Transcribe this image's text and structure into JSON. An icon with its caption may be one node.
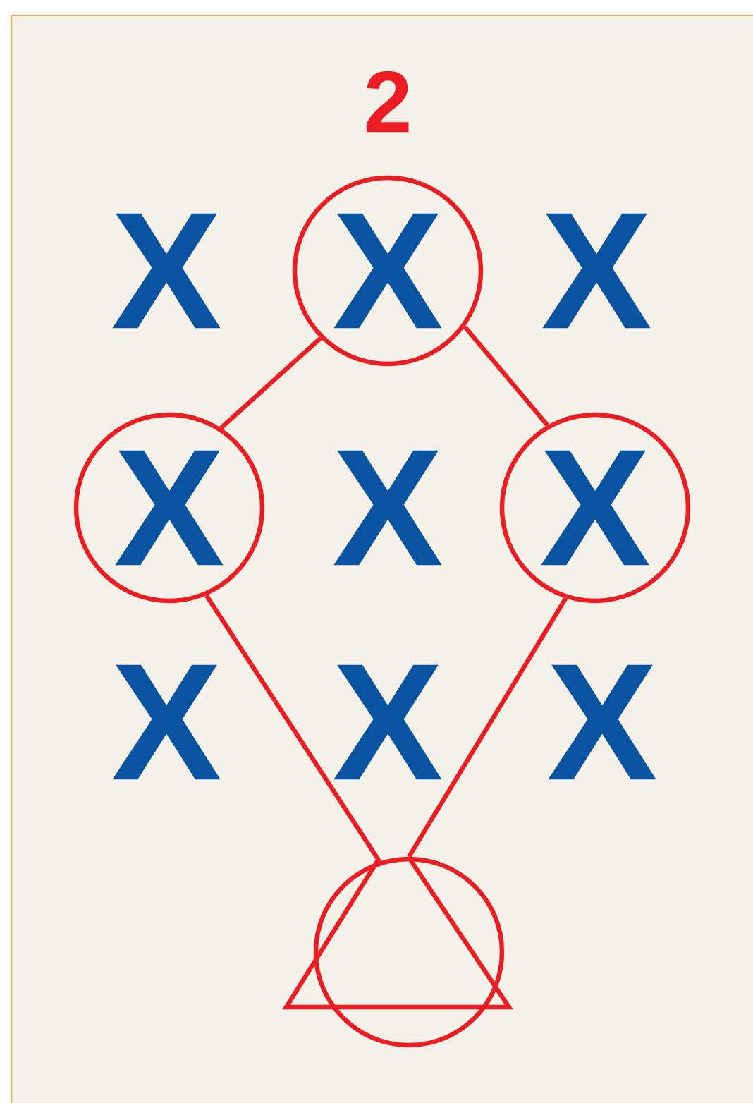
{
  "diagram": {
    "title": "2",
    "nodes": [
      {
        "text": [
          "X"
        ]
      },
      {
        "text": [
          "X"
        ]
      },
      {
        "text": [
          "X"
        ]
      },
      {
        "text": [],
        "shape": "circle"
      }
    ],
    "edges": [
      {
        "from": 0,
        "to": 1,
        "arrow": "none"
      },
      {
        "from": 0,
        "to": 2,
        "arrow": "none"
      },
      {
        "from": 1,
        "to": 3,
        "arrow": "none"
      },
      {
        "from": 2,
        "to": 3,
        "arrow": "none"
      }
    ],
    "labels": [
      "X",
      "X",
      "X",
      "X",
      "X",
      "X"
    ]
  }
}
